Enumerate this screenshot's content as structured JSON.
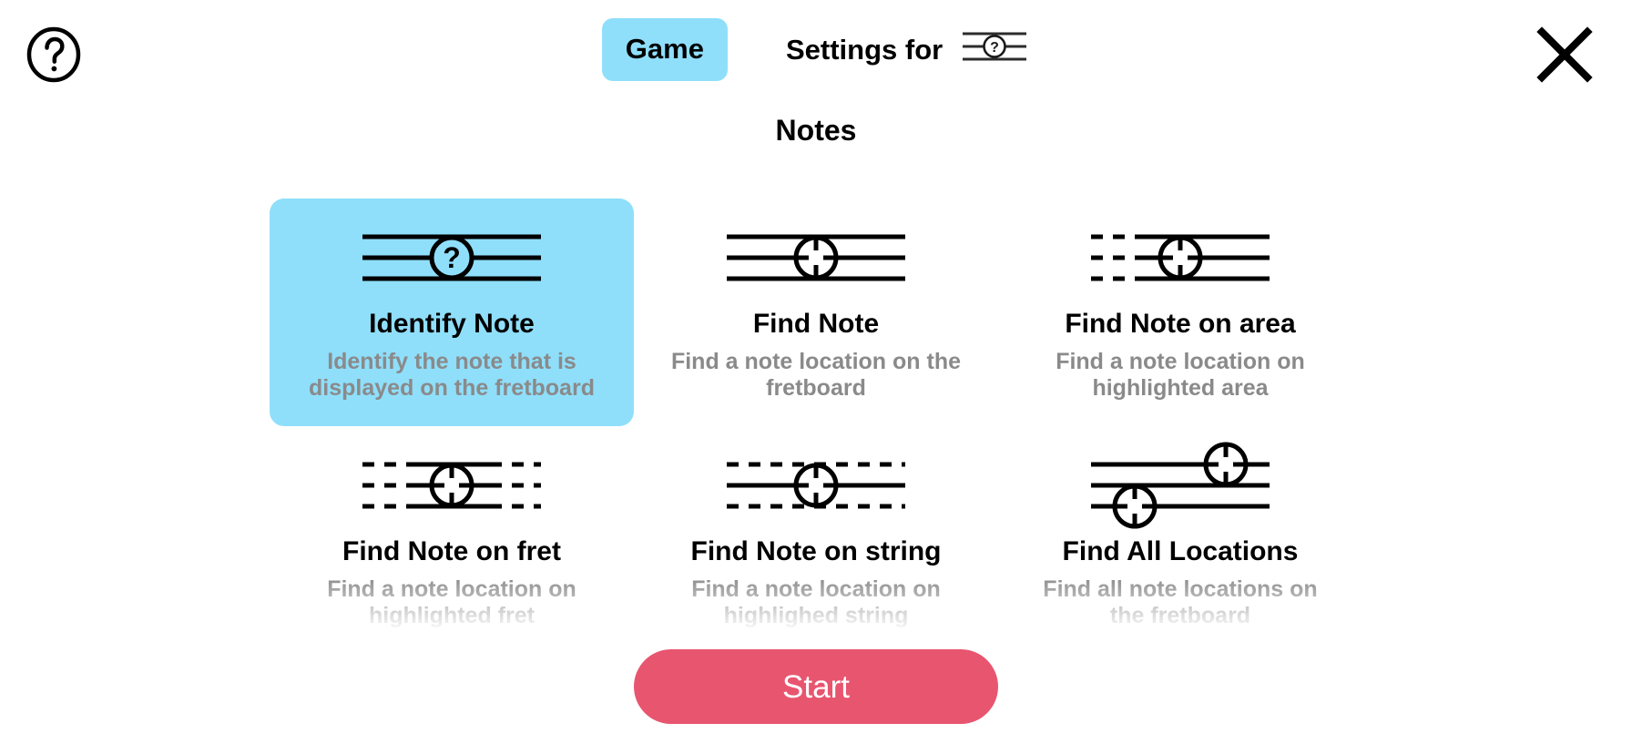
{
  "topbar": {
    "help_icon": "question-circle-icon",
    "game_tab_label": "Game",
    "settings_label": "Settings for",
    "settings_icon": "staff-question-note-icon",
    "close_icon": "close-x-icon"
  },
  "section": {
    "title": "Notes"
  },
  "modes": [
    {
      "id": "identify-note",
      "name": "Identify Note",
      "description": "Identify the note that is displayed on the fretboard",
      "icon": "staff-question-note-icon",
      "selected": true
    },
    {
      "id": "find-note",
      "name": "Find Note",
      "description": "Find a note location on the fretboard",
      "icon": "staff-crosshair-solid-icon",
      "selected": false
    },
    {
      "id": "find-note-on-area",
      "name": "Find Note on area",
      "description": "Find a note location on highlighted area",
      "icon": "staff-crosshair-area-icon",
      "selected": false
    },
    {
      "id": "find-note-on-fret",
      "name": "Find Note on fret",
      "description": "Find a note location on highlighted fret",
      "icon": "staff-crosshair-fret-icon",
      "selected": false
    },
    {
      "id": "find-note-on-string",
      "name": "Find Note on string",
      "description": "Find a note location on highlighed string",
      "icon": "staff-crosshair-string-icon",
      "selected": false
    },
    {
      "id": "find-all-locations",
      "name": "Find All Locations",
      "description": "Find all note locations on the fretboard",
      "icon": "staff-crosshair-multi-icon",
      "selected": false
    }
  ],
  "footer": {
    "start_label": "Start"
  },
  "colors": {
    "accent_blue": "#8fdffb",
    "start_pink": "#e8556f",
    "muted_text": "#8a8a8a",
    "primary_text": "#000000",
    "background": "#ffffff"
  }
}
